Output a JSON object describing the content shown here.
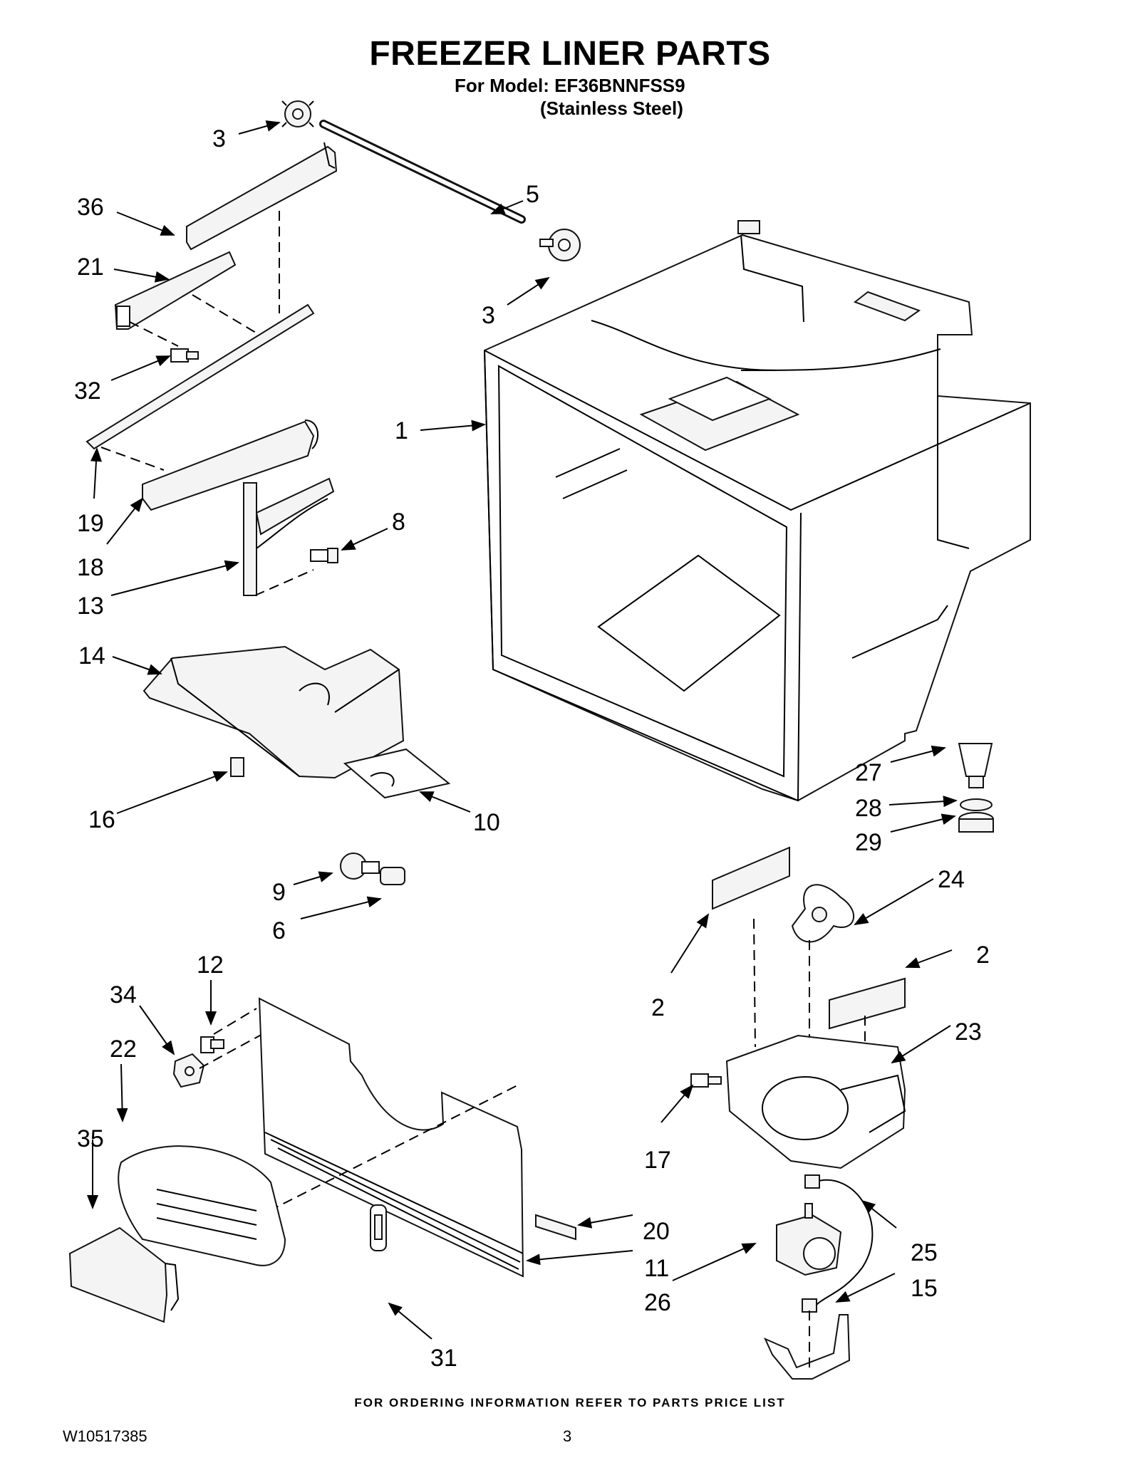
{
  "header": {
    "title": "FREEZER LINER PARTS",
    "model_line": "For Model: EF36BNNFSS9",
    "finish_line": "(Stainless Steel)"
  },
  "callouts": [
    "3",
    "36",
    "21",
    "5",
    "3",
    "32",
    "1",
    "19",
    "18",
    "8",
    "13",
    "14",
    "27",
    "28",
    "29",
    "16",
    "10",
    "9",
    "6",
    "24",
    "2",
    "12",
    "34",
    "2",
    "22",
    "23",
    "35",
    "17",
    "20",
    "25",
    "11",
    "26",
    "15",
    "31"
  ],
  "footer": {
    "ordering_note": "FOR ORDERING INFORMATION REFER TO PARTS PRICE LIST",
    "doc_number": "W10517385",
    "page_number": "3"
  }
}
